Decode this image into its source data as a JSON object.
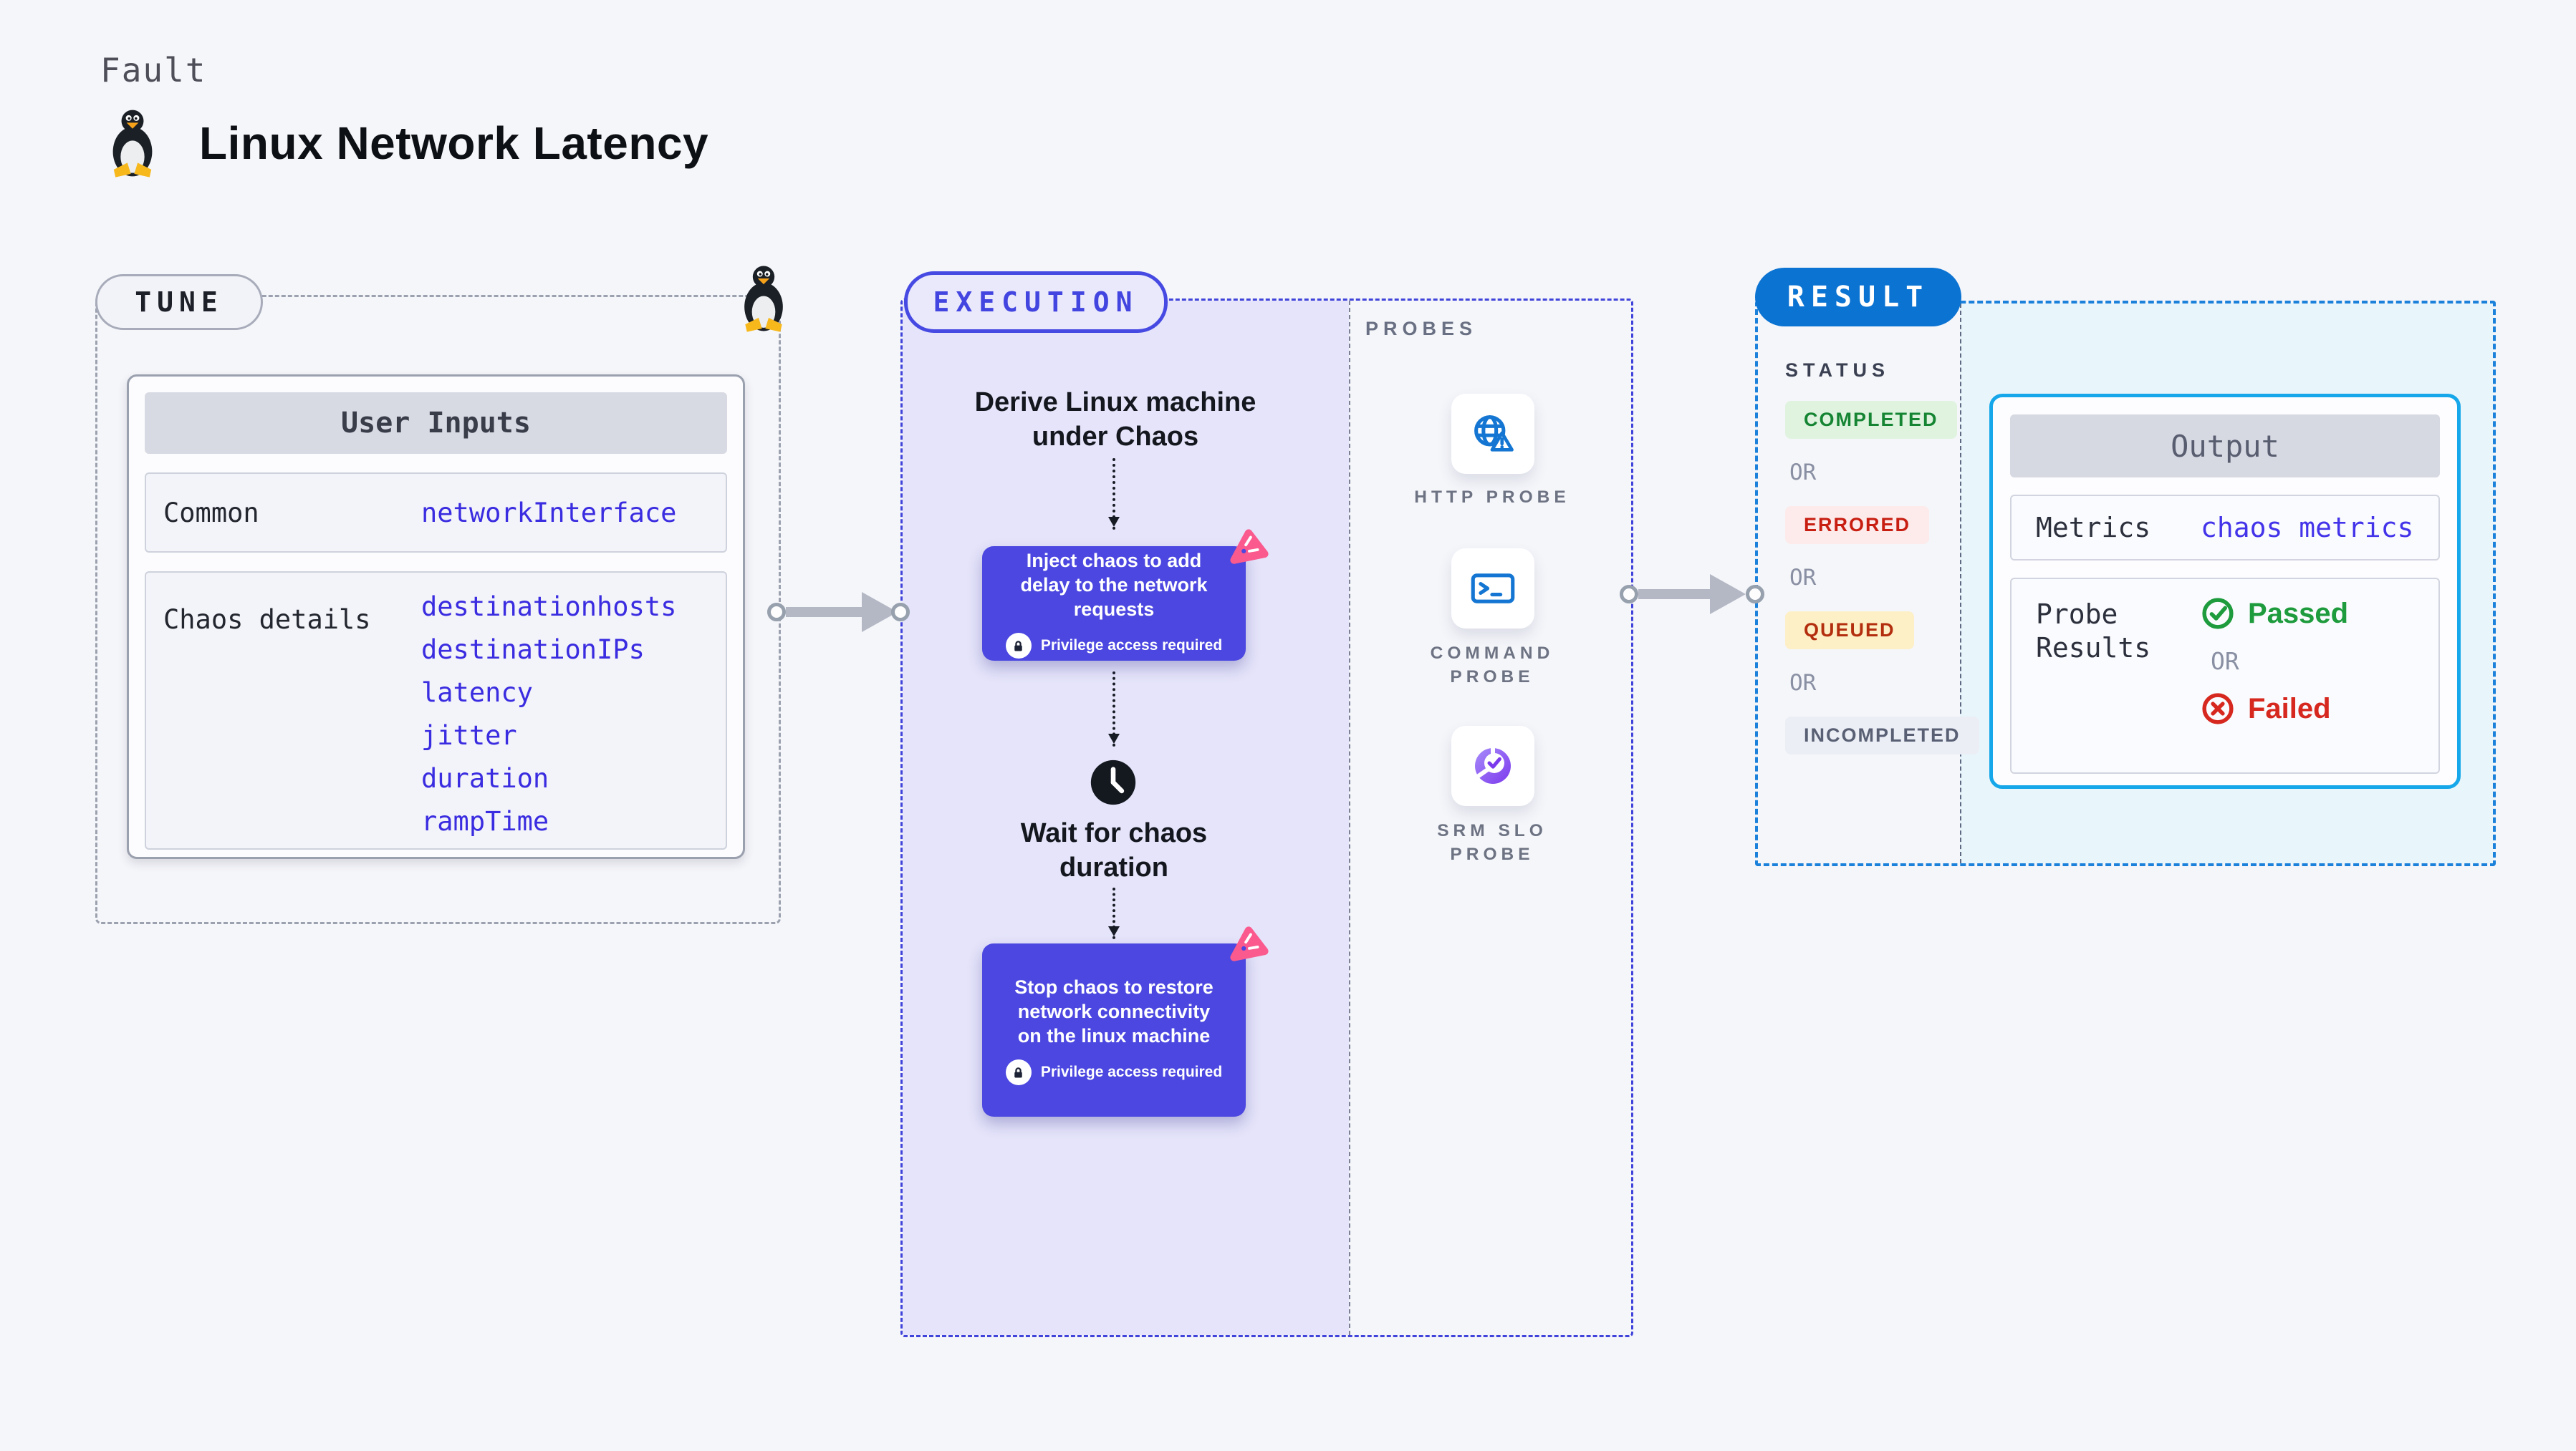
{
  "header": {
    "kicker": "Fault",
    "title": "Linux Network Latency",
    "os_icon": "tux-penguin-icon"
  },
  "tune": {
    "badge": "TUNE",
    "table": {
      "heading": "User Inputs",
      "rows": [
        {
          "label": "Common",
          "values": [
            "networkInterface"
          ]
        },
        {
          "label": "Chaos details",
          "values": [
            "destinationhosts",
            "destinationIPs",
            "latency",
            "jitter",
            "duration",
            "rampTime"
          ]
        }
      ]
    }
  },
  "execution": {
    "badge": "EXECUTION",
    "steps": {
      "derive": "Derive Linux machine under Chaos",
      "inject": "Inject chaos to add delay to the network requests",
      "wait": "Wait for chaos duration",
      "stop": "Stop chaos to restore network connectivity on the linux machine"
    },
    "privilege_note": "Privilege access required",
    "probes": {
      "heading": "PROBES",
      "items": [
        "HTTP PROBE",
        "COMMAND PROBE",
        "SRM SLO PROBE"
      ]
    }
  },
  "result": {
    "badge": "RESULT",
    "status": {
      "heading": "STATUS",
      "separator": "OR",
      "items": [
        {
          "label": "COMPLETED",
          "bg": "#dff3df",
          "fg": "#168533"
        },
        {
          "label": "ERRORED",
          "bg": "#fcebea",
          "fg": "#c81e11"
        },
        {
          "label": "QUEUED",
          "bg": "#fdefc6",
          "fg": "#b32e0e"
        },
        {
          "label": "INCOMPLETED",
          "bg": "#eceef6",
          "fg": "#596074"
        }
      ]
    },
    "output": {
      "heading": "Output",
      "metrics_label": "Metrics",
      "metrics_value": "chaos metrics",
      "probe_results_label": "Probe Results",
      "passed": "Passed",
      "or": "OR",
      "failed": "Failed"
    }
  },
  "colors": {
    "page_bg": "#f5f6fa",
    "accent_indigo": "#4649e2",
    "execution_fill": "#e5e4fa",
    "result_blue": "#0b73d2",
    "result_fill": "#e8f5fb",
    "output_border": "#15a7e9",
    "value_text": "#3a2ce0",
    "passed_green": "#1d9b3d",
    "failed_red": "#d6281e",
    "chaos_pink": "#fa5a8e",
    "probe_icon_blue": "#1476d2"
  }
}
